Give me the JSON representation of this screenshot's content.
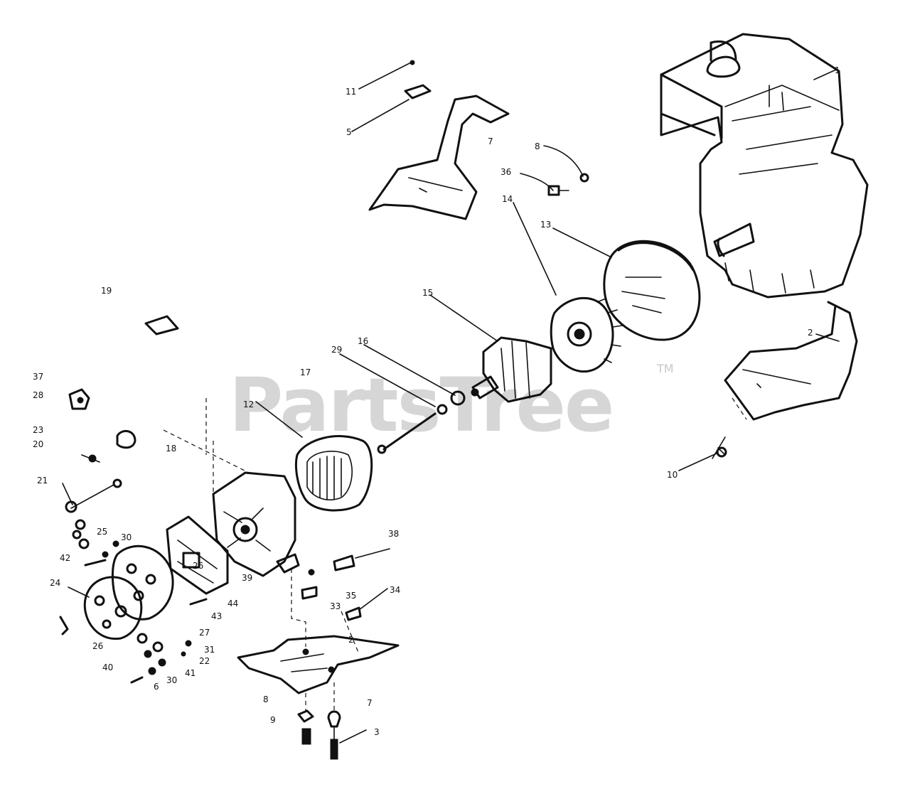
{
  "diagram": {
    "watermark": "PartsTree",
    "trademark": "TM",
    "callouts": [
      {
        "id": "c-1",
        "label": "1"
      },
      {
        "id": "c-11",
        "label": "11"
      },
      {
        "id": "c-5",
        "label": "5"
      },
      {
        "id": "c-7a",
        "label": "7"
      },
      {
        "id": "c-8a",
        "label": "8"
      },
      {
        "id": "c-36",
        "label": "36"
      },
      {
        "id": "c-13",
        "label": "13"
      },
      {
        "id": "c-14",
        "label": "14"
      },
      {
        "id": "c-15",
        "label": "15"
      },
      {
        "id": "c-16",
        "label": "16"
      },
      {
        "id": "c-29",
        "label": "29"
      },
      {
        "id": "c-17",
        "label": "17"
      },
      {
        "id": "c-12",
        "label": "12"
      },
      {
        "id": "c-19",
        "label": "19"
      },
      {
        "id": "c-37",
        "label": "37"
      },
      {
        "id": "c-28",
        "label": "28"
      },
      {
        "id": "c-23",
        "label": "23"
      },
      {
        "id": "c-20",
        "label": "20"
      },
      {
        "id": "c-18",
        "label": "18"
      },
      {
        "id": "c-21",
        "label": "21"
      },
      {
        "id": "c-25",
        "label": "25"
      },
      {
        "id": "c-30a",
        "label": "30"
      },
      {
        "id": "c-42",
        "label": "42"
      },
      {
        "id": "c-26",
        "label": "26"
      },
      {
        "id": "c-39",
        "label": "39"
      },
      {
        "id": "c-38",
        "label": "38"
      },
      {
        "id": "c-24",
        "label": "24"
      },
      {
        "id": "c-43",
        "label": "43"
      },
      {
        "id": "c-44",
        "label": "44"
      },
      {
        "id": "c-35",
        "label": "35"
      },
      {
        "id": "c-33",
        "label": "33"
      },
      {
        "id": "c-34",
        "label": "34"
      },
      {
        "id": "c-27",
        "label": "27"
      },
      {
        "id": "c-2b",
        "label": "2"
      },
      {
        "id": "c-31",
        "label": "31"
      },
      {
        "id": "c-22",
        "label": "22"
      },
      {
        "id": "c-41",
        "label": "41"
      },
      {
        "id": "c-40",
        "label": "40"
      },
      {
        "id": "c-6",
        "label": "6"
      },
      {
        "id": "c-30b",
        "label": "30"
      },
      {
        "id": "c-26b",
        "label": "26"
      },
      {
        "id": "c-2a",
        "label": "2"
      },
      {
        "id": "c-10",
        "label": "10"
      },
      {
        "id": "c-8b",
        "label": "8"
      },
      {
        "id": "c-7b",
        "label": "7"
      },
      {
        "id": "c-9",
        "label": "9"
      },
      {
        "id": "c-3",
        "label": "3"
      }
    ]
  }
}
